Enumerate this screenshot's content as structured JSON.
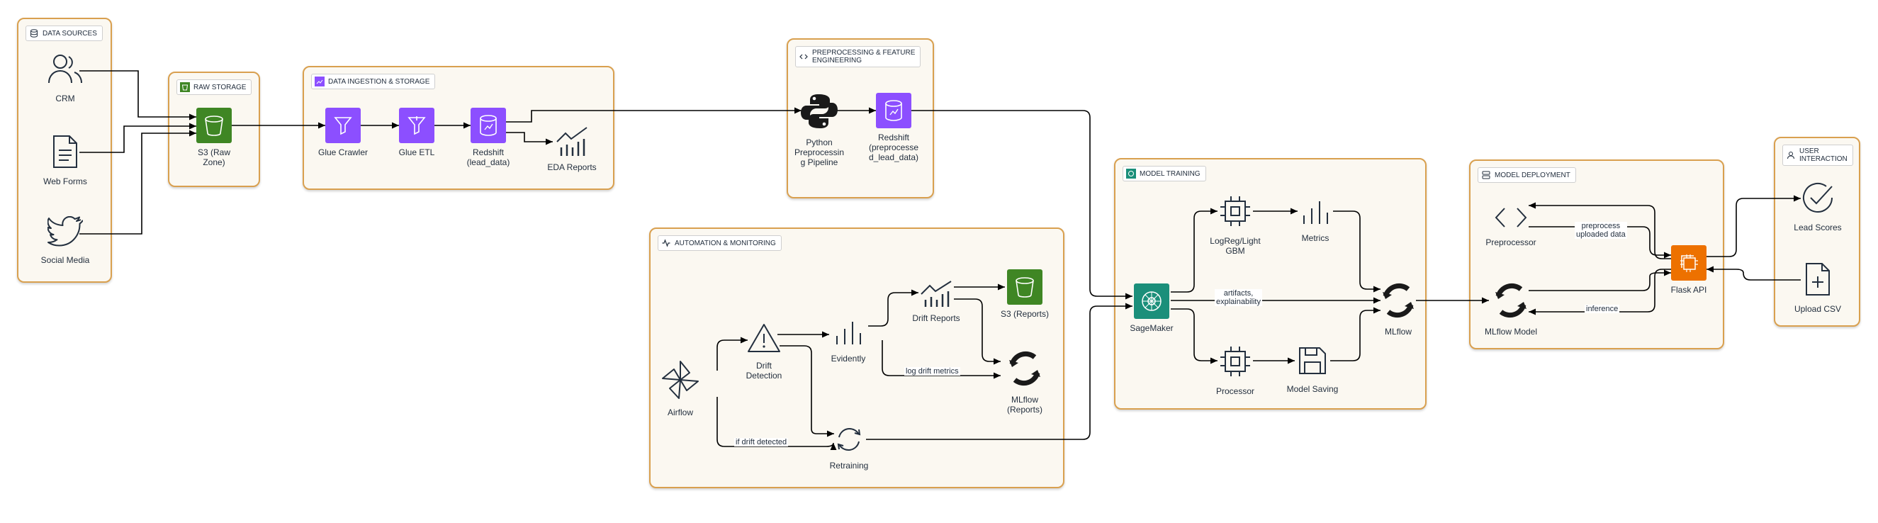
{
  "groups": {
    "data_sources": "DATA SOURCES",
    "raw_storage": "RAW STORAGE",
    "ingestion": "DATA INGESTION & STORAGE",
    "preprocessing": "PREPROCESSING & FEATURE\nENGINEERING",
    "automation": "AUTOMATION & MONITORING",
    "training": "MODEL TRAINING",
    "deployment": "MODEL DEPLOYMENT",
    "user": "USER\nINTERACTION"
  },
  "nodes": {
    "crm": "CRM",
    "web_forms": "Web Forms",
    "social_media": "Social Media",
    "s3_raw": "S3 (Raw\nZone)",
    "glue_crawler": "Glue Crawler",
    "glue_etl": "Glue ETL",
    "redshift_lead": "Redshift\n(lead_data)",
    "eda_reports": "EDA Reports",
    "python_pipeline": "Python\nPreprocessin\ng Pipeline",
    "redshift_pre": "Redshift\n(preprocesse\nd_lead_data)",
    "airflow": "Airflow",
    "drift_detection": "Drift\nDetection",
    "evidently": "Evidently",
    "drift_reports": "Drift Reports",
    "s3_reports": "S3 (Reports)",
    "mlflow_reports": "MLflow\n(Reports)",
    "retraining": "Retraining",
    "sagemaker": "SageMaker",
    "logreg": "LogReg/Light\nGBM",
    "metrics": "Metrics",
    "processor": "Processor",
    "model_saving": "Model Saving",
    "mlflow": "MLflow",
    "preprocessor": "Preprocessor",
    "mlflow_model": "MLflow Model",
    "flask_api": "Flask API",
    "lead_scores": "Lead Scores",
    "upload_csv": "Upload CSV"
  },
  "edges": {
    "log_drift": "log drift metrics",
    "if_drift": "if drift detected",
    "artifacts": "artifacts,\nexplainability",
    "preprocess_data": "preprocess\nuploaded data",
    "inference": "inference"
  },
  "colors": {
    "group_border": "#d9a04f",
    "group_fill": "#fbf8f1",
    "storage_green": "#3f8624",
    "analytics_purple": "#8c4fff",
    "ml_teal": "#1b8f7a",
    "compute_orange": "#ed7100"
  }
}
